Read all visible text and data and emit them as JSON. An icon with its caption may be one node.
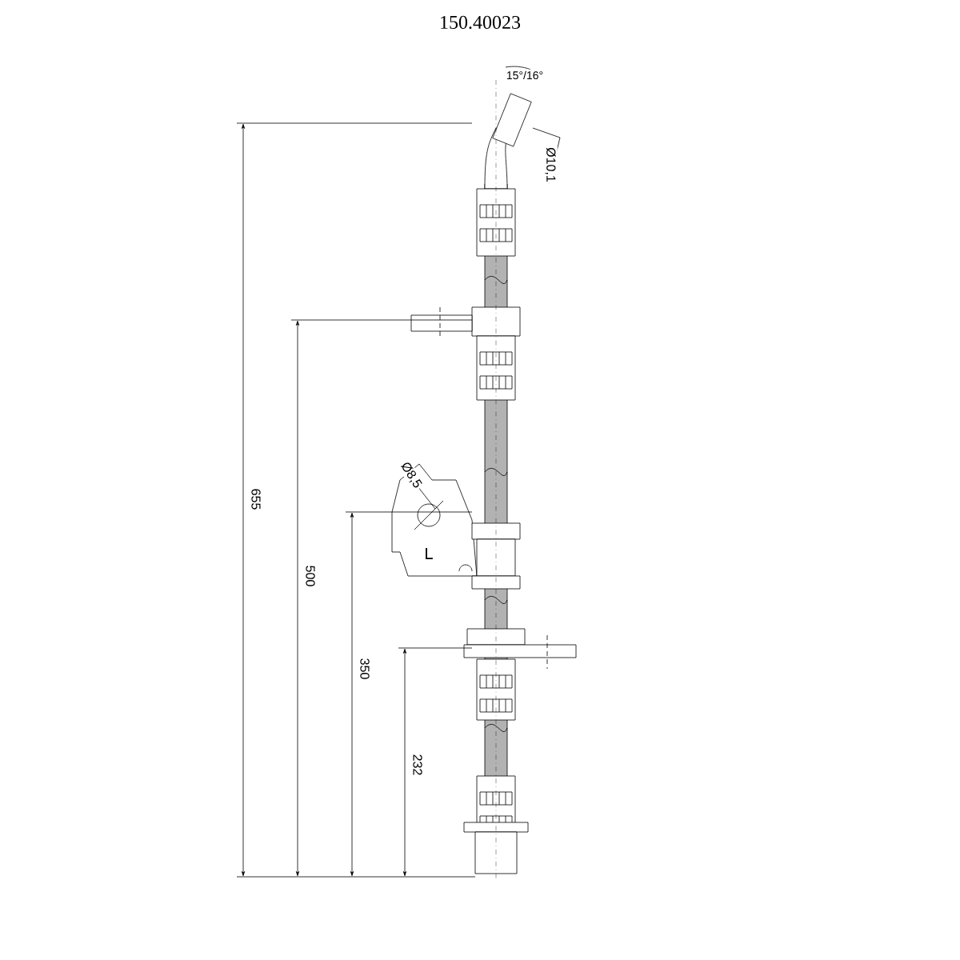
{
  "diagram": {
    "title": "150.40023",
    "labels": [
      "15°/16°",
      "Ø10,1",
      "Ø8,5",
      "L",
      "655",
      "500",
      "350",
      "232"
    ]
  }
}
